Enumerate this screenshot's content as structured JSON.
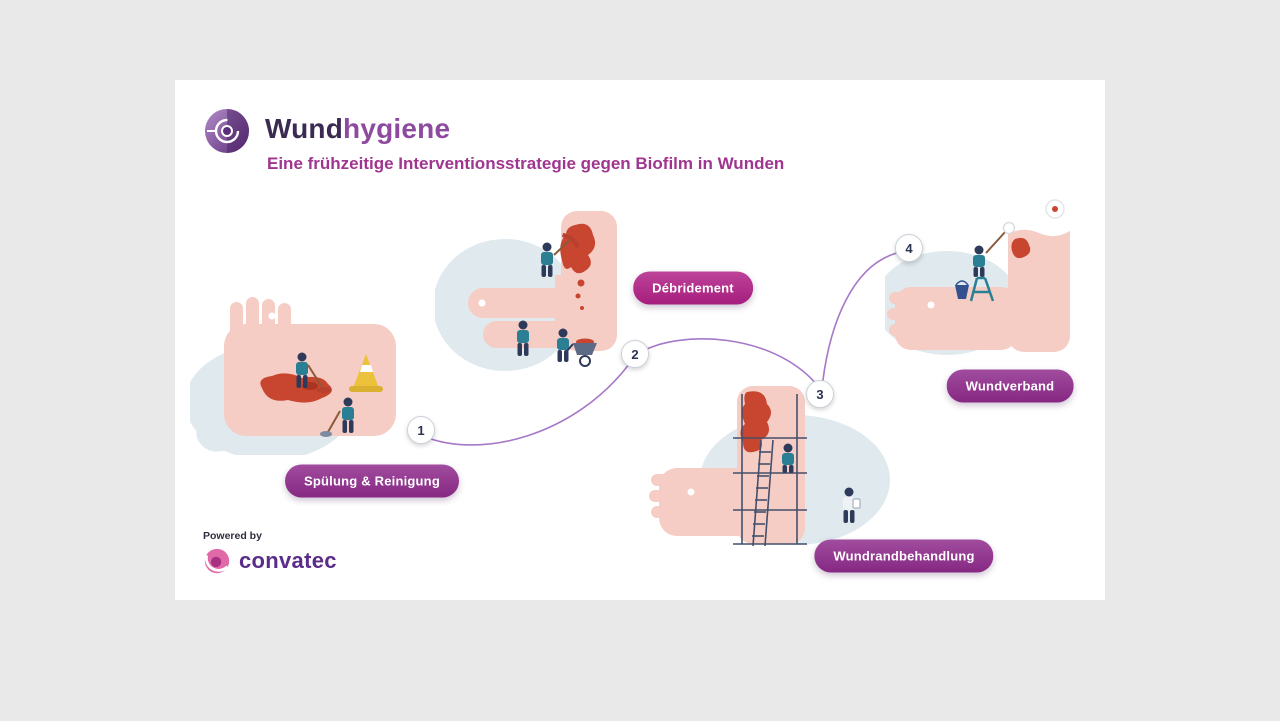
{
  "page": {
    "outer_background": "#e9e9e9",
    "card_background": "#ffffff"
  },
  "header": {
    "title_part1": "Wund",
    "title_part2": "hygiene",
    "subtitle": "Eine frühzeitige Interventionsstrategie gegen Biofilm in Wunden"
  },
  "steps": [
    {
      "number": "1",
      "label": "Spülung & Reinigung",
      "color": "#8e2a8b",
      "illustration": "cleaning-wound-on-foot"
    },
    {
      "number": "2",
      "label": "Débridement",
      "color": "#b01f85",
      "illustration": "debriding-wound-on-hand"
    },
    {
      "number": "3",
      "label": "Wundrandbehandlung",
      "color": "#8e2a8b",
      "illustration": "scaffolding-on-wound-edge"
    },
    {
      "number": "4",
      "label": "Wundverband",
      "color": "#8e2a8b",
      "illustration": "applying-white-dressing"
    }
  ],
  "footer": {
    "powered_by_label": "Powered by",
    "brand_name": "convatec"
  },
  "colors": {
    "title_dark": "#3b2b52",
    "title_accent": "#8d4a9e",
    "subtitle": "#a03590",
    "connector": "#a678c8",
    "badge_text": "#ffffff",
    "skin": "#f6cdc5",
    "wound": "#c8452f",
    "blob": "#dfe9ee",
    "figure_navy": "#2e3a59",
    "figure_teal": "#2a7f95"
  }
}
